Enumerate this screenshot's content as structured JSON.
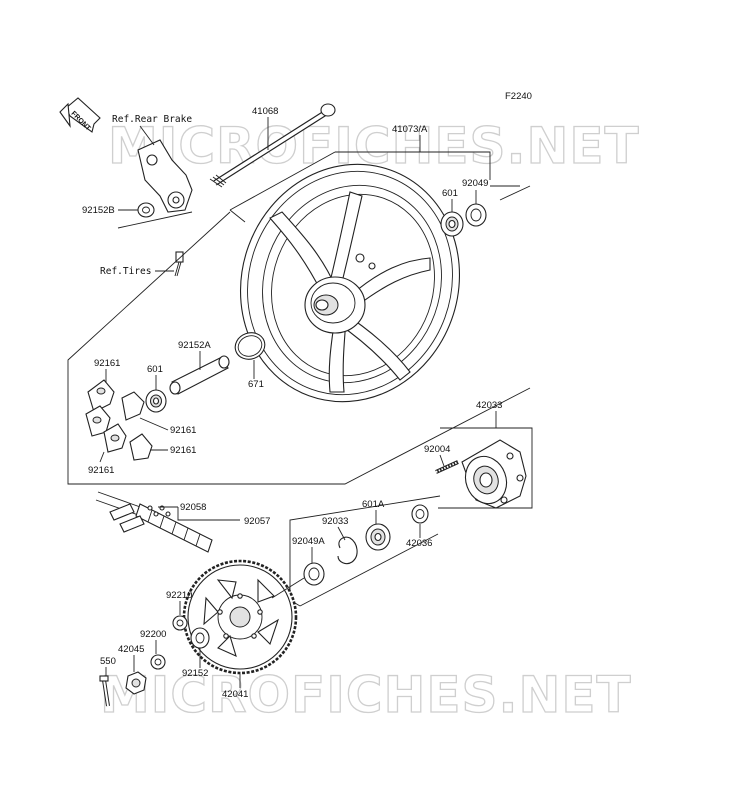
{
  "figure_code": "F2240",
  "watermark": "MICROFICHES.NET",
  "front_arrow": "FRONT",
  "refs": {
    "rear_brake": "Ref.Rear Brake",
    "tires": "Ref.Tires"
  },
  "parts": {
    "p41068": "41068",
    "p41073A": "41073/A",
    "p92152B": "92152B",
    "p601_top": "601",
    "p92049": "92049",
    "p92161_a": "92161",
    "p601_left": "601",
    "p92152A": "92152A",
    "p671": "671",
    "p92161_b": "92161",
    "p92161_c": "92161",
    "p92161_d": "92161",
    "p42033": "42033",
    "p92004": "92004",
    "p92058": "92058",
    "p92057": "92057",
    "p601A": "601A",
    "p92033": "92033",
    "p92049A": "92049A",
    "p42036": "42036",
    "p92210": "92210",
    "p92200": "92200",
    "p42045": "42045",
    "p550": "550",
    "p92152": "92152",
    "p42041": "42041"
  }
}
